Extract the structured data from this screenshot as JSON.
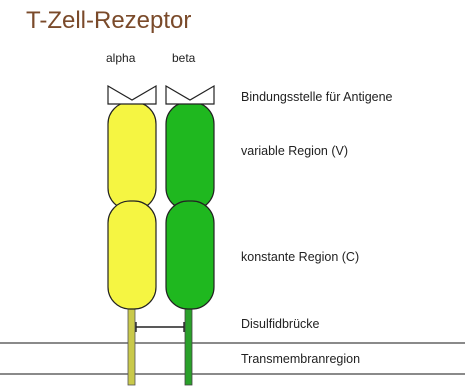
{
  "title": "T-Zell-Rezeptor",
  "chains": {
    "alpha": {
      "label": "alpha",
      "color": "#f5f542"
    },
    "beta": {
      "label": "beta",
      "color": "#1fb81f"
    }
  },
  "labels": {
    "binding_site": "Bindungsstelle für Antigene",
    "variable_region": "variable Region (V)",
    "constant_region": "konstante Region (C)",
    "disulfide": "Disulfidbrücke",
    "transmembrane": "Transmembranregion"
  },
  "colors": {
    "title": "#7a4a2a",
    "outline": "#222222",
    "membrane_line": "#444444",
    "tail": "#8a8a2a"
  }
}
